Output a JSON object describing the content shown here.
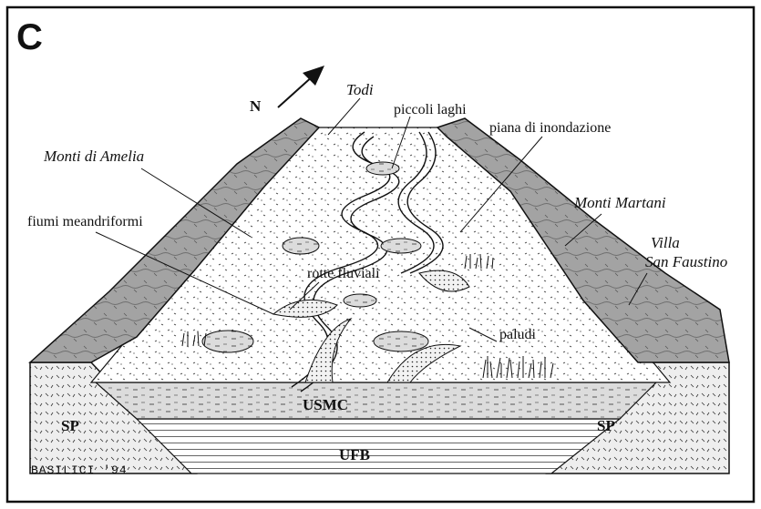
{
  "panel_letter": "C",
  "north": {
    "label": "N"
  },
  "labels": {
    "todi": "Todi",
    "piccoli_laghi": "piccoli laghi",
    "piana": "piana di inondazione",
    "monti_amelia": "Monti di Amelia",
    "monti_martani": "Monti Martani",
    "villa_1": "Villa",
    "villa_2": "San Faustino",
    "fiumi": "fiumi meandriformi",
    "rotte": "rotte fluviali",
    "paludi": "paludi"
  },
  "units": {
    "usmc": "USMC",
    "ufb": "UFB",
    "sp_left": "SP",
    "sp_right": "SP"
  },
  "signature": "BASILICI '94",
  "colors": {
    "ink": "#111111",
    "paper": "#ffffff",
    "rock": "#9a9a9a",
    "rock_dark": "#6f6f6f"
  }
}
